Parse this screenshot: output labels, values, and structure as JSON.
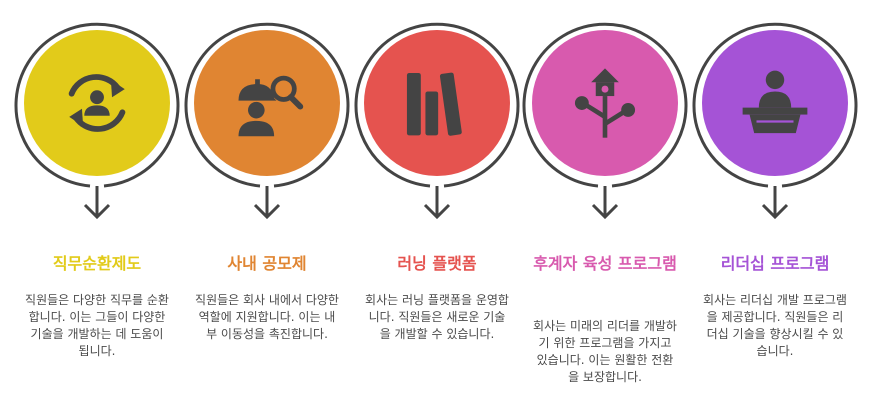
{
  "colors": {
    "outline": "#444444",
    "icon": "#444444",
    "text": "#4a4a4a"
  },
  "steps": [
    {
      "title": "직무순환제도",
      "description": "직원들은 다양한 직무를 순환합니다. 이는 그들이 다양한 기술을 개발하는 데 도움이 됩니다.",
      "color": "#E2CB1A",
      "icon": "rotating-user-icon"
    },
    {
      "title": "사내 공모제",
      "description": "직원들은 회사 내에서 다양한 역할에 지원합니다. 이는 내부 이동성을 촉진합니다.",
      "color": "#E08532",
      "icon": "worker-search-icon"
    },
    {
      "title": "러닝 플랫폼",
      "description": "회사는 러닝 플랫폼을 운영합니다. 직원들은 새로운 기술을 개발할 수 있습니다.",
      "color": "#E5534F",
      "icon": "books-icon"
    },
    {
      "title": "후계자 육성 프로그램",
      "description": "회사는 미래의 리더를 개발하기 위한 프로그램을 가지고 있습니다. 이는 원활한 전환을 보장합니다.",
      "color": "#D85AAE",
      "icon": "birdhouse-tree-icon"
    },
    {
      "title": "리더십 프로그램",
      "description": "회사는 리더십 개발 프로그램을 제공합니다. 직원들은 리더십 기술을 향상시킬 수 있습니다.",
      "color": "#A553D6",
      "icon": "speaker-podium-icon"
    }
  ]
}
